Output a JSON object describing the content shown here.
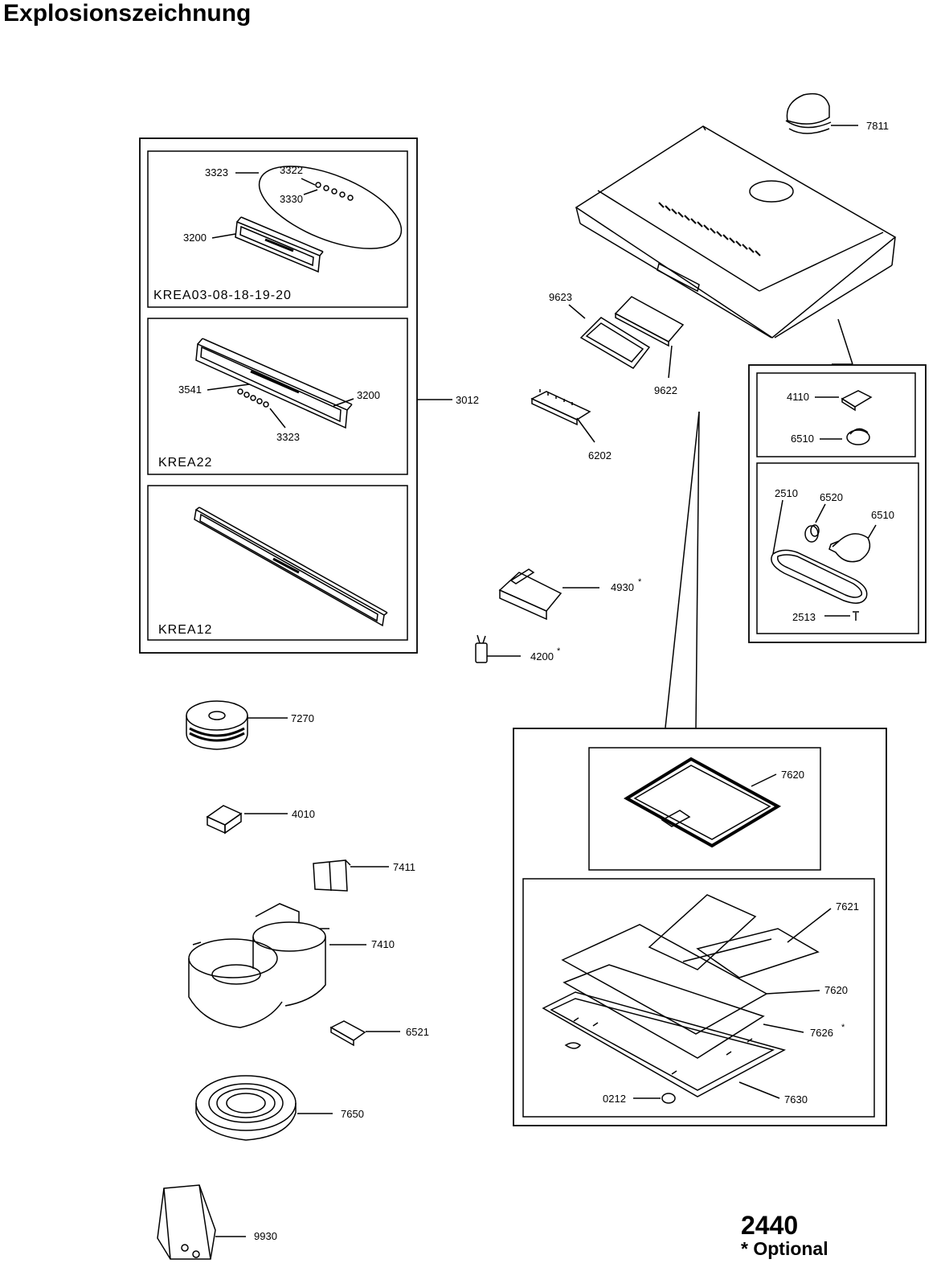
{
  "title": "Explosionszeichnung",
  "model_number": "2440",
  "optional_note": "* Optional",
  "variants": {
    "v1": "KREA03-08-18-19-20",
    "v2": "KREA22",
    "v3": "KREA12"
  },
  "labels": {
    "p7811": "7811",
    "p3323a": "3323",
    "p3322": "3322",
    "p3330": "3330",
    "p3200a": "3200",
    "p9623": "9623",
    "p9622": "9622",
    "p3541": "3541",
    "p3200b": "3200",
    "p3012": "3012",
    "p3323b": "3323",
    "p6202": "6202",
    "p4110": "4110",
    "p6510a": "6510",
    "p2510": "2510",
    "p6520": "6520",
    "p6510b": "6510",
    "p2513": "2513",
    "p4930": "4930",
    "p4200": "4200",
    "p7270": "7270",
    "p4010": "4010",
    "p7411": "7411",
    "p7410": "7410",
    "p6521": "6521",
    "p7650": "7650",
    "p9930": "9930",
    "p7620a": "7620",
    "p7621": "7621",
    "p7620b": "7620",
    "p7626": "7626",
    "p0212": "0212",
    "p7630": "7630"
  },
  "optional_mark": "*",
  "colors": {
    "line": "#000000",
    "background": "#ffffff"
  }
}
